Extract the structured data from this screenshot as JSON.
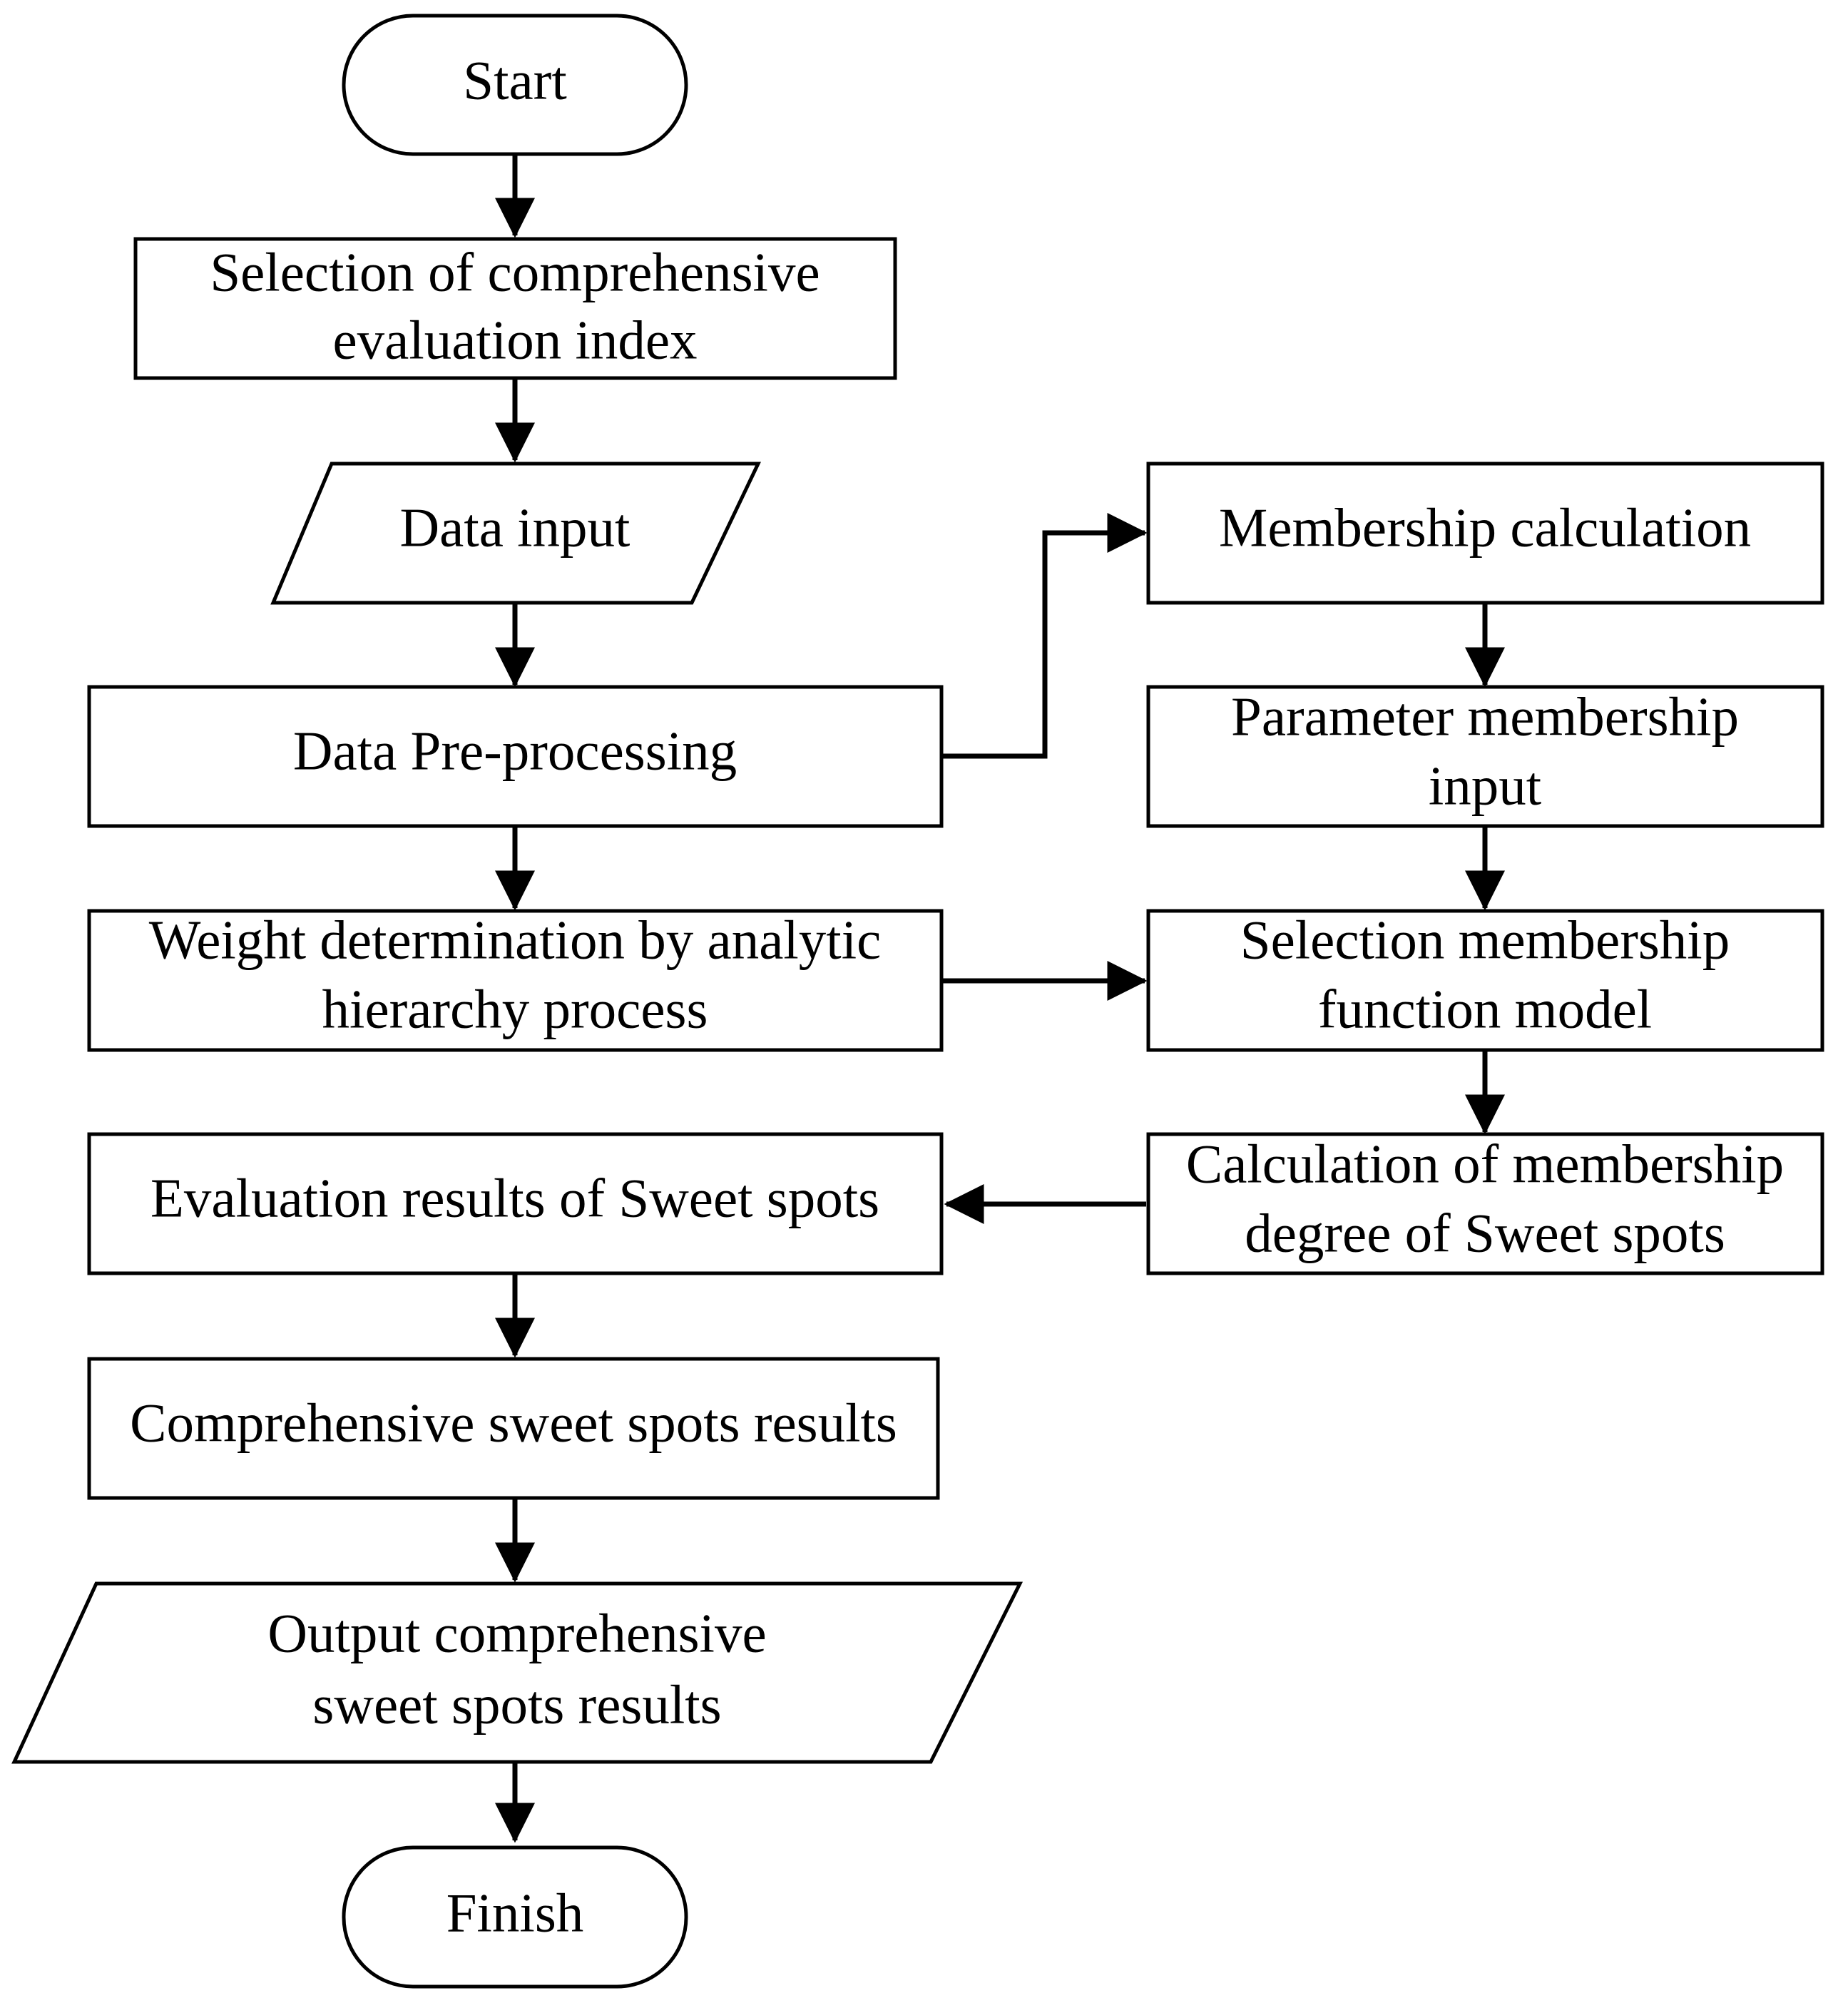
{
  "flowchart": {
    "start": {
      "label": "Start"
    },
    "selection_index": {
      "line1": "Selection of comprehensive",
      "line2": "evaluation index"
    },
    "data_input": {
      "label": "Data input"
    },
    "data_preprocessing": {
      "label": "Data Pre-processing"
    },
    "weight_determination": {
      "line1": "Weight determination by analytic",
      "line2": "hierarchy process"
    },
    "evaluation_results": {
      "label": "Evaluation results of Sweet spots"
    },
    "comprehensive_results": {
      "label": "Comprehensive sweet spots results"
    },
    "output_results": {
      "line1": "Output comprehensive",
      "line2": "sweet spots results"
    },
    "finish": {
      "label": "Finish"
    },
    "membership_calculation": {
      "label": "Membership calculation"
    },
    "parameter_membership_input": {
      "line1": "Parameter membership",
      "line2": "input"
    },
    "selection_membership_function": {
      "line1": "Selection membership",
      "line2": "function model"
    },
    "calculation_membership_degree": {
      "line1": "Calculation of membership",
      "line2": "degree of Sweet spots"
    }
  },
  "colors": {
    "stroke": "#000000",
    "fill": "#ffffff",
    "text": "#000000"
  }
}
